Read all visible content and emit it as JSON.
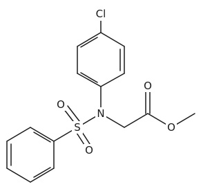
{
  "molecule": {
    "atoms": {
      "chlorine": "Cl",
      "nitrogen": "N",
      "sulfur": "S",
      "sulfonyl_oxygen_top": "O",
      "sulfonyl_oxygen_bottom": "O",
      "carbonyl_oxygen": "O",
      "ester_oxygen": "O"
    }
  }
}
